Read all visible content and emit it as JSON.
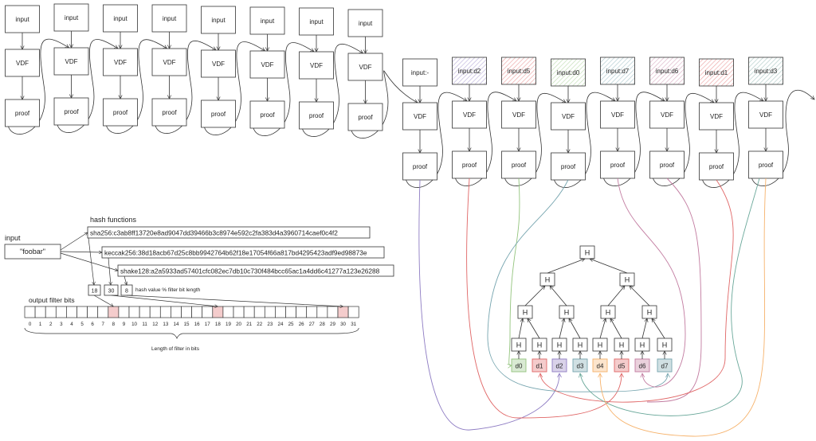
{
  "chain": {
    "nodes": [
      {
        "input": "input",
        "vdf": "VDF",
        "proof": "proof"
      },
      {
        "input": "input",
        "vdf": "VDF",
        "proof": "proof"
      },
      {
        "input": "input",
        "vdf": "VDF",
        "proof": "proof"
      },
      {
        "input": "input",
        "vdf": "VDF",
        "proof": "proof"
      },
      {
        "input": "input",
        "vdf": "VDF",
        "proof": "proof"
      },
      {
        "input": "input",
        "vdf": "VDF",
        "proof": "proof"
      },
      {
        "input": "input",
        "vdf": "VDF",
        "proof": "proof"
      },
      {
        "input": "input",
        "vdf": "VDF",
        "proof": "proof"
      },
      {
        "input": "input:-",
        "vdf": "VDF",
        "proof": "proof",
        "color": ""
      },
      {
        "input": "input:d2",
        "vdf": "VDF",
        "proof": "proof",
        "color": "#8e7cc3"
      },
      {
        "input": "input:d5",
        "vdf": "VDF",
        "proof": "proof",
        "color": "#e06666"
      },
      {
        "input": "input:d0",
        "vdf": "VDF",
        "proof": "proof",
        "color": "#93c47d"
      },
      {
        "input": "input:d7",
        "vdf": "VDF",
        "proof": "proof",
        "color": "#76a5af"
      },
      {
        "input": "input:d6",
        "vdf": "VDF",
        "proof": "proof",
        "color": "#c27ba0"
      },
      {
        "input": "input:d1",
        "vdf": "VDF",
        "proof": "proof",
        "color": "#e06666"
      },
      {
        "input": "input:d3",
        "vdf": "VDF",
        "proof": "proof",
        "color": "#76a5a0"
      }
    ]
  },
  "bloom": {
    "input_label": "input",
    "input_value": "\"foobar\"",
    "hash_functions_label": "hash functions",
    "hashes": [
      "sha256:c3ab8ff13720e8ad9047dd39466b3c8974e592c2fa383d4a3960714caef0c4f2",
      "keccak256:38d18acb67d25c8bb9942764b62f18e17054f66a817bd4295423adf9ed98873e",
      "shake128:a2a5933ad57401cfc082ec7db10c730f484bcc65ac1a4dd6c41277a123e26288"
    ],
    "mod_values": [
      "18",
      "30",
      "8"
    ],
    "mod_caption": "hash value % filter bit length",
    "output_label": "output filter bits",
    "bit_count": 32,
    "set_bits": [
      8,
      18,
      30
    ],
    "bit_labels": [
      "0",
      "1",
      "2",
      "3",
      "4",
      "5",
      "6",
      "7",
      "8",
      "9",
      "10",
      "11",
      "12",
      "13",
      "14",
      "15",
      "16",
      "17",
      "18",
      "19",
      "20",
      "21",
      "22",
      "23",
      "24",
      "25",
      "26",
      "27",
      "28",
      "29",
      "30",
      "31"
    ],
    "length_label": "Length of filter in bits",
    "set_bit_color": "#f4cccc"
  },
  "merkle": {
    "node_label": "H",
    "leaves": [
      {
        "label": "d0",
        "color": "#d9ead3",
        "stroke": "#93c47d"
      },
      {
        "label": "d1",
        "color": "#f4cccc",
        "stroke": "#e06666"
      },
      {
        "label": "d2",
        "color": "#d9d2e9",
        "stroke": "#8e7cc3"
      },
      {
        "label": "d3",
        "color": "#d0e0e3",
        "stroke": "#76a5af"
      },
      {
        "label": "d4",
        "color": "#fce5cd",
        "stroke": "#f6b26b"
      },
      {
        "label": "d5",
        "color": "#f4cccc",
        "stroke": "#e06666"
      },
      {
        "label": "d6",
        "color": "#ead1dc",
        "stroke": "#c27ba0"
      },
      {
        "label": "d7",
        "color": "#d0e0e3",
        "stroke": "#76a5af"
      }
    ]
  },
  "colors": {
    "line": "#333333",
    "box_stroke": "#333333",
    "hatch_d2": "#8e7cc3",
    "hatch_d5": "#e06666",
    "hatch_d0": "#93c47d",
    "hatch_d7": "#76a5af",
    "hatch_d6": "#c27ba0",
    "hatch_d1": "#e06666",
    "hatch_d3": "#6aa89a"
  }
}
